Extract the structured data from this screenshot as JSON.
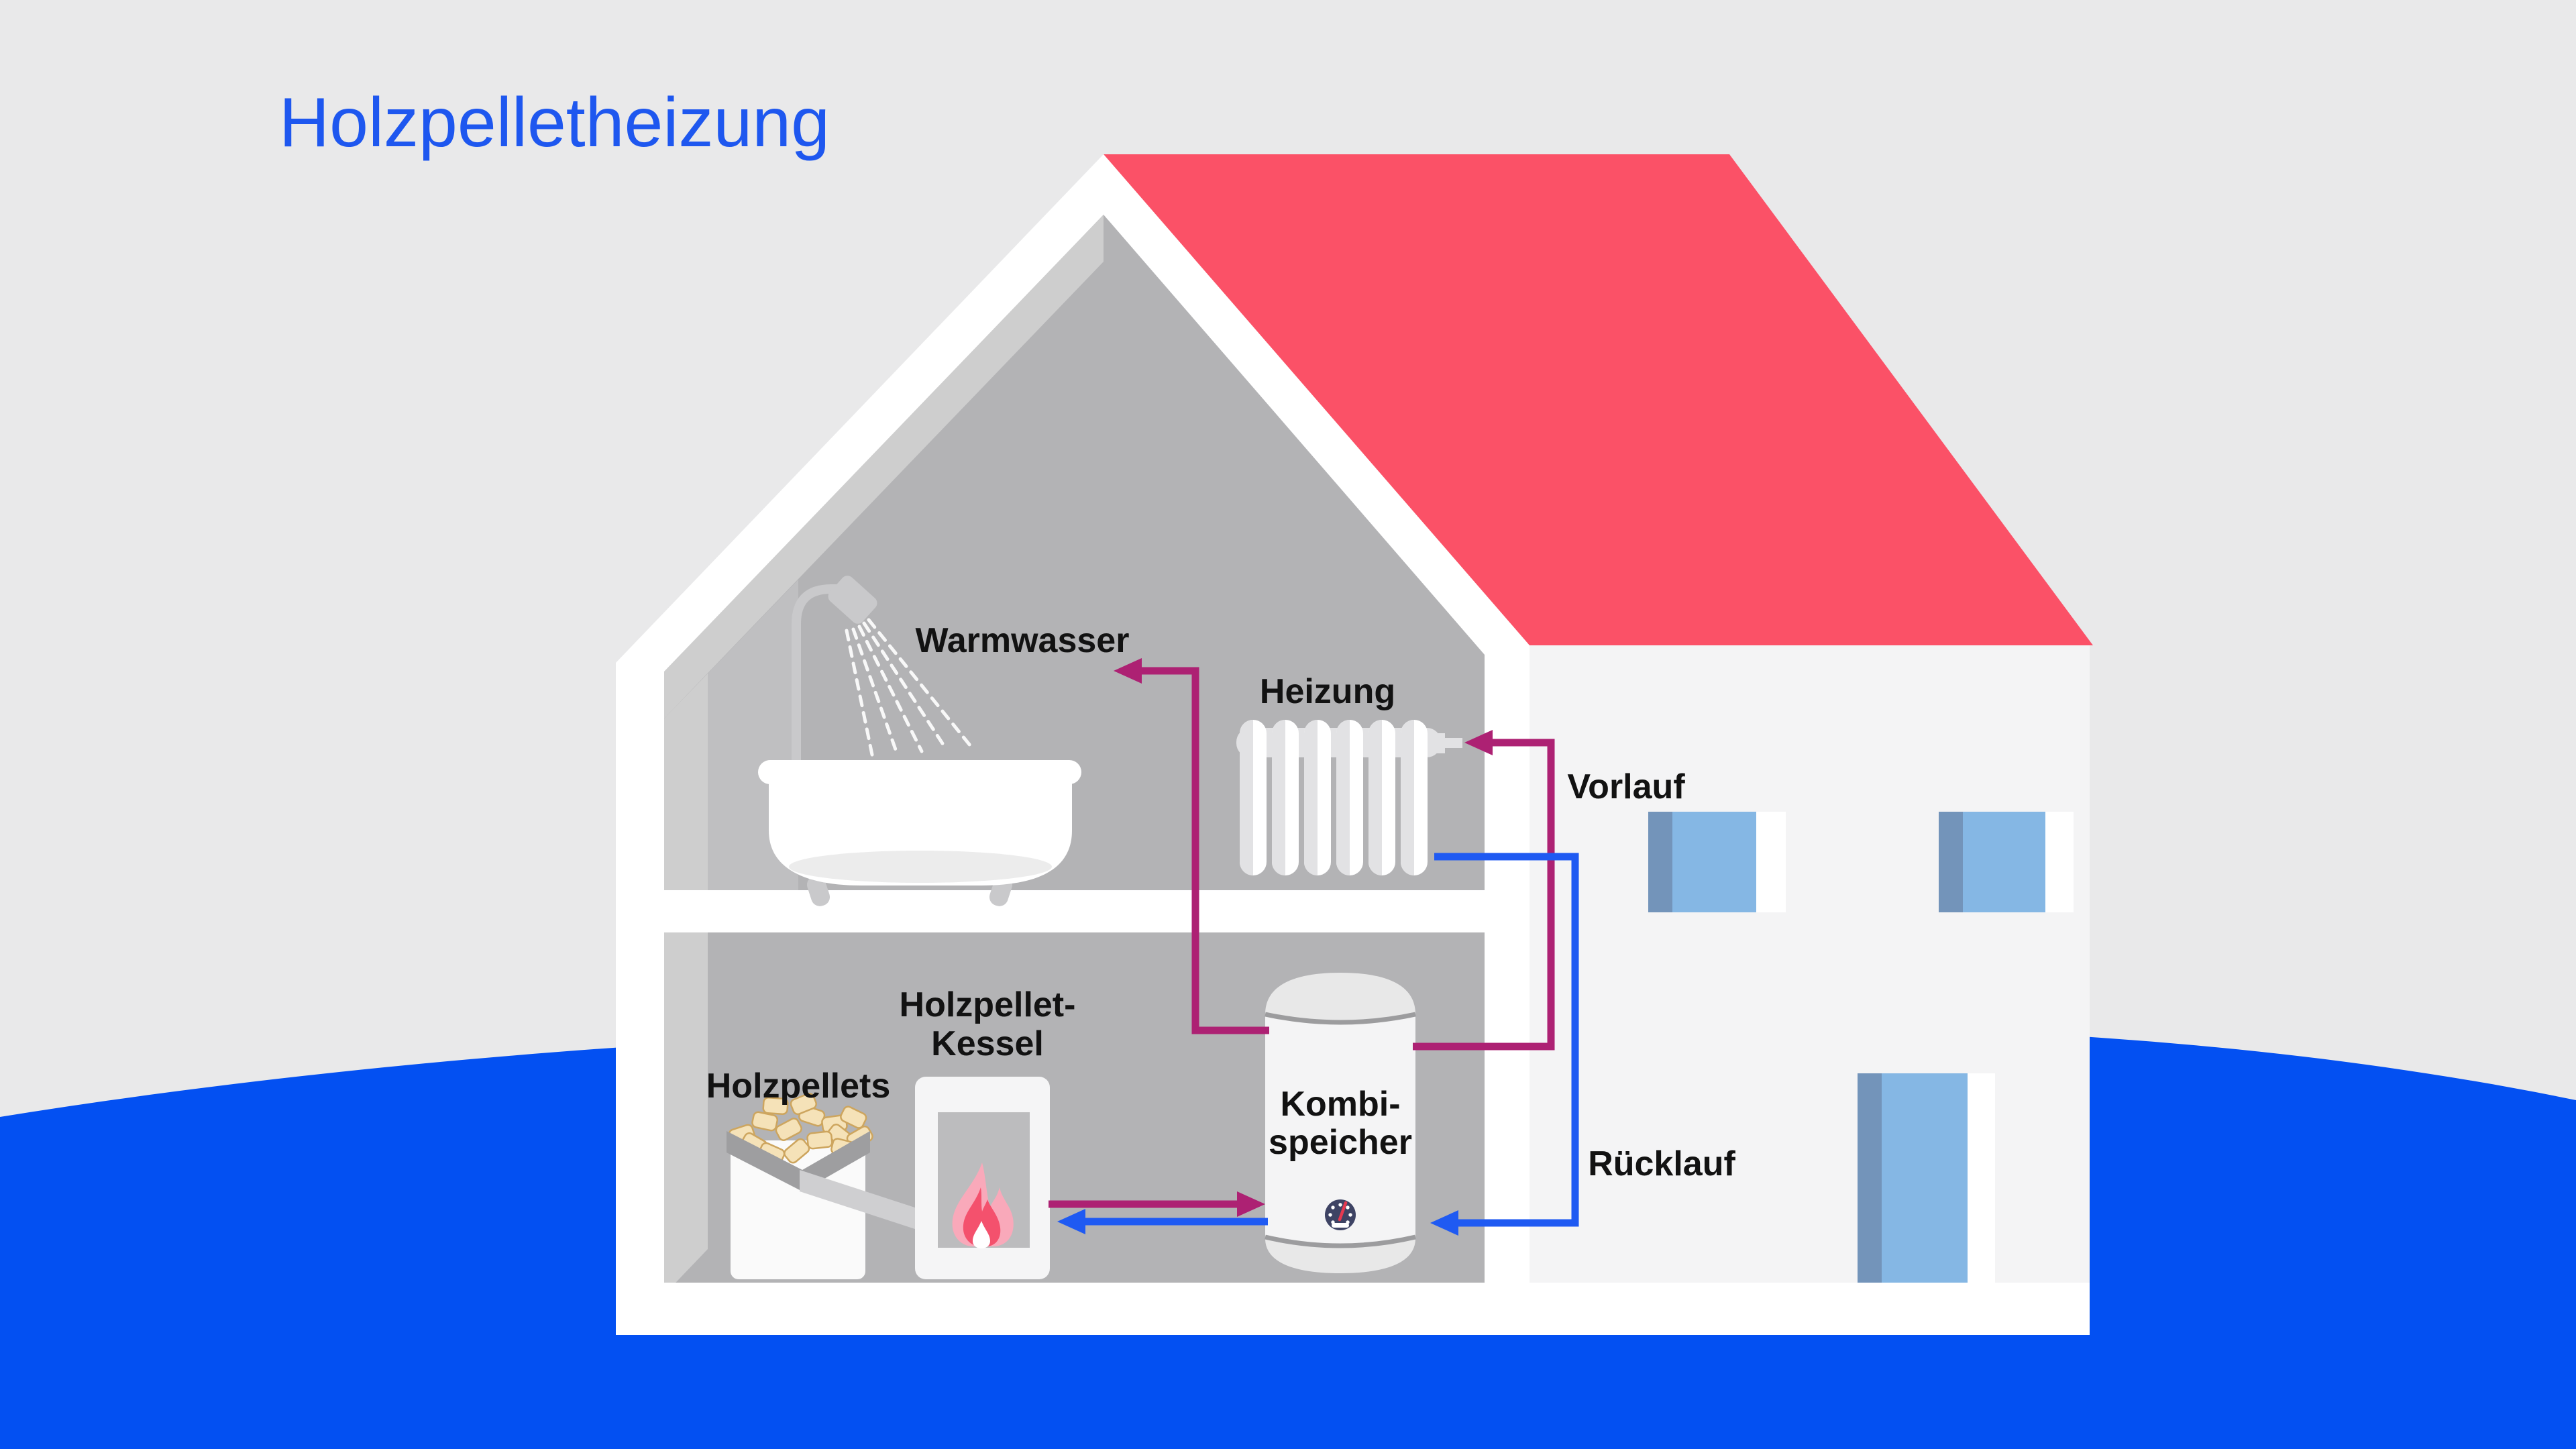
{
  "title": {
    "text": "Holzpelletheizung"
  },
  "diagram": {
    "labels": {
      "warmwasser": "Warmwasser",
      "heizung": "Heizung",
      "vorlauf": "Vorlauf",
      "ruecklauf": "Rücklauf",
      "holzpellets": "Holzpellets",
      "kessel_line1": "Holzpellet-",
      "kessel_line2": "Kessel",
      "speicher_line1": "Kombi-",
      "speicher_line2": "speicher"
    }
  },
  "colors": {
    "background": "#e9e9ea",
    "ground_blue": "#0350f2",
    "title_blue": "#1e57ef",
    "pipe_warm": "#ad2173",
    "pipe_cold": "#1f5af2",
    "roof_pink": "#fb5167",
    "house_white": "#ffffff",
    "interior_gray": "#b3b3b5",
    "interior_light": "#cecece",
    "interior_mid": "#bfbfc1",
    "exterior_wall": "#f4f4f5",
    "window_blue": "#85b7e4",
    "window_blue_dark": "#7394ba",
    "fixture_white": "#fafafa",
    "fixture_gray": "#e2e2e4",
    "boiler_window_gray": "#bcbcbe",
    "flame_light": "#f9a9ba",
    "flame_red": "#f4516d",
    "pellet_fill": "#f5e2b8",
    "pellet_stroke": "#cda55e",
    "tank_dome": "#e8e8e8",
    "tank_ring": "#9c9c9e",
    "gauge_navy": "#3e4364",
    "gauge_red": "#e63950"
  }
}
